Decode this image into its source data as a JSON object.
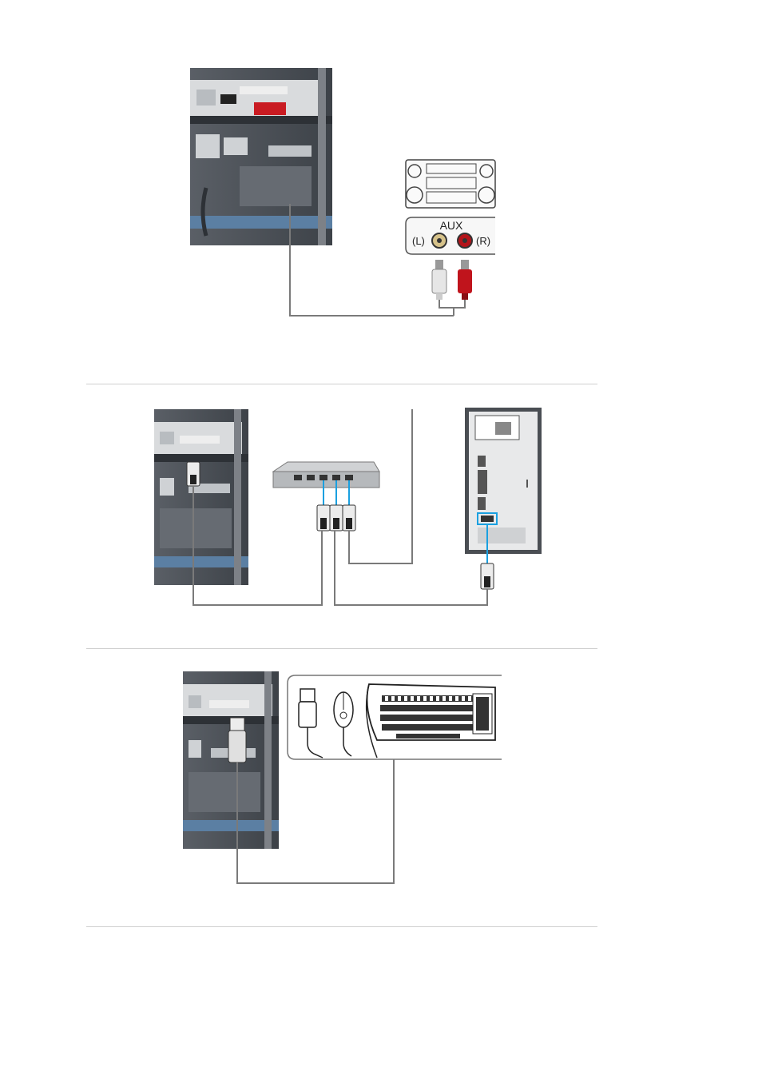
{
  "aux_panel": {
    "label": "AUX",
    "left_label": "(L)",
    "right_label": "(R)"
  },
  "colors": {
    "cable": "#7a7a7a",
    "lan_blue": "#1aa0e0",
    "rca_red": "#c0141c",
    "rca_white": "#e8e8e8",
    "panel_dark": "#4a4f55",
    "panel_blue": "#5b7fa3"
  },
  "icons": [
    "monitor-back-panel",
    "stereo-system",
    "rca-plug",
    "network-hub",
    "pc-tower",
    "rj45-plug",
    "usb-plug",
    "mouse",
    "keyboard"
  ]
}
